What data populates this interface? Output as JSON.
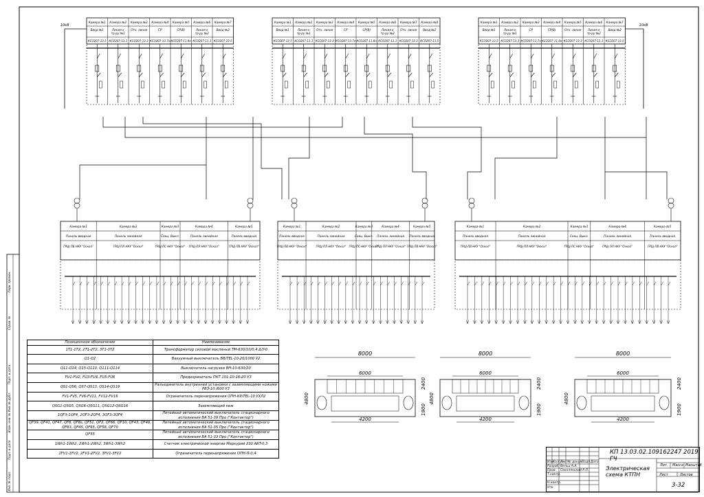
{
  "top_panels": [
    {
      "cells": [
        {
          "cam": "Камера №1",
          "fn": "Ввод №1",
          "type": "КСО207-13.5"
        },
        {
          "cam": "Камера №2",
          "fn": "Линия к тр-ру №1",
          "type": "КСО207-13.3"
        },
        {
          "cam": "Камера №3",
          "fn": "Отх. линия",
          "type": "КСО207-13.3"
        },
        {
          "cam": "Камера №4",
          "fn": "СР",
          "type": "КСО207-13.7н"
        },
        {
          "cam": "Камера №5",
          "fn": "СР(В)",
          "type": "КСО207-11.8н"
        },
        {
          "cam": "Камера №6",
          "fn": "Линия к тр-ру №2",
          "type": "КСО207-13.3"
        },
        {
          "cam": "Камера №7",
          "fn": "Ввод №2",
          "type": "КСО207-13.5"
        }
      ]
    },
    {
      "cells": [
        {
          "cam": "Камера №1",
          "fn": "Ввод №1",
          "type": "КСО207-13.5"
        },
        {
          "cam": "Камера №2",
          "fn": "Линия к тр-ру №1",
          "type": "КСО207-13.3"
        },
        {
          "cam": "Камера №3",
          "fn": "Отх. линия",
          "type": "КСО207-13.3"
        },
        {
          "cam": "Камера №4",
          "fn": "СР",
          "type": "КСО207-13.7н"
        },
        {
          "cam": "Камера №5",
          "fn": "СР(В)",
          "type": "КСО207-11.8н"
        },
        {
          "cam": "Камера №6",
          "fn": "Линия к тр-ру №2",
          "type": "КСО207-13.3"
        },
        {
          "cam": "Камера №7",
          "fn": "Отх. линия",
          "type": "КСО207-13.3"
        },
        {
          "cam": "Камера №8",
          "fn": "Ввод №2",
          "type": "КСО207-13.5"
        }
      ]
    },
    {
      "cells": [
        {
          "cam": "Камера №1",
          "fn": "Ввод №1",
          "type": "КСО207-13.5"
        },
        {
          "cam": "Камера №2",
          "fn": "Линия к тр-ру №1",
          "type": "КСО207-13.3"
        },
        {
          "cam": "Камера №3",
          "fn": "СР",
          "type": "КСО207-13.7н"
        },
        {
          "cam": "Камера №4",
          "fn": "СР(В)",
          "type": "КСО207-11.8н"
        },
        {
          "cam": "Камера №5",
          "fn": "Отх. линия",
          "type": "КСО207-13.3"
        },
        {
          "cam": "Камера №6",
          "fn": "Линия к тр-ру №2",
          "type": "КСО207-13.3"
        },
        {
          "cam": "Камера №7",
          "fn": "Ввод №2",
          "type": "КСО207-13.5"
        }
      ]
    }
  ],
  "voltage_label": "10кВ",
  "lower_groups": [
    {
      "cams": [
        "Камера №1",
        "Камера №2",
        "Камера №3",
        "Камера №4",
        "Камера №5"
      ],
      "fns": [
        "Панель вводная",
        "Панель линейная",
        "Секц. Выкл.",
        "Панель линейная",
        "Панель вводная"
      ],
      "types": [
        "ГРЩ-ПВ НКУ \"Оскол\"",
        "ГРЩ-ПЛ НКУ \"Оскол\"",
        "ГРЩ-ПС НКУ \"Оскол\"",
        "ГРЩ-ПЛ НКУ \"Оскол\"",
        "ГРЩ-ПВ НКУ \"Оскол\""
      ]
    },
    {
      "cams": [
        "Камера №1",
        "Камера №2",
        "Камера №3",
        "Камера №4",
        "Камера №5"
      ],
      "fns": [
        "Панель вводная",
        "Панель линейная",
        "Секц. Выкл.",
        "Панель линейная",
        "Панель вводная"
      ],
      "types": [
        "ГРЩ-ПВ НКУ \"Оскол\"",
        "ГРЩ-ПЛ НКУ \"Оскол\"",
        "ГРЩ-ПС НКУ \"Оскол\"",
        "ГРЩ-ПЛ НКУ \"Оскол\"",
        "ГРЩ-ПВ НКУ \"Оскол\""
      ]
    },
    {
      "cams": [
        "Камера №1",
        "Камера №2",
        "Камера №3",
        "Камера №4",
        "Камера №5"
      ],
      "fns": [
        "Панель вводная",
        "Панель линейная",
        "Секц. Выкл.",
        "Панель линейная",
        "Панель вводная"
      ],
      "types": [
        "ГРЩ-ПВ НКУ \"Оскол\"",
        "ГРЩ-ПЛ НКУ \"Оскол\"",
        "ГРЩ-ПС НКУ \"Оскол\"",
        "ГРЩ-ПЛ НКУ \"Оскол\"",
        "ГРЩ-ПВ НКУ \"Оскол\""
      ]
    }
  ],
  "legend": {
    "header": [
      "Позиционное обозначение",
      "Наименование"
    ],
    "rows": [
      [
        "1Т1-1Т2, 2Т1-2Т2, 3Т1-3Т2",
        "Трансформатор силовой масляный ТМ-630/10/0,4 Δ/Y-0"
      ],
      [
        "Q1-Q2",
        "Вакуумный выключатель BB/TEL-10-20/1000 У2"
      ],
      [
        "Q11-Q14, Q15-Q110, Q111-Q114",
        "Выключатель нагрузки ВН-10-630/20"
      ],
      [
        "FU1-FU2, FU3-FU4, FU5-FU6",
        "Предохранитель ПКТ 101-10-16-20 У3"
      ],
      [
        "QS1-QS6, QS7-QS13, QS14-QS19",
        "Разъединитель внутренней установки с заземляющими ножами РВЗ-10 /600 У3"
      ],
      [
        "FV1-FV5, FV6-FV11, FV12-FV16",
        "Ограничитель перенапряжения ОПН-КР/TEL-10 УХЛ2"
      ],
      [
        "QSG1-QSG5, QSG6-QSG11, QSG12-QSG16",
        "Заземляющий нож"
      ],
      [
        "1QF3-1QF4, 2QF3-2QF4, 3QF3-3QF4",
        "Литейный автоматический выключатель стационарного исполнения ВА 51-39 Про (\"Контактор\")"
      ],
      [
        "QF39, QF41, QF47, QF8, QF8s, QF51, QF2, QF66, QF10, QF43, QF49, QF63, QF45, QF65, QF58, QF70",
        "Литейный автоматический выключатель стационарного исполнения ВА 51-35 Про (\"Контактор\")"
      ],
      [
        "QF55",
        "Литейный автоматический выключатель стационарного исполнения ВА 51-33 Про (\"Контактор\")"
      ],
      [
        "1Wh1-1Wh2, 2Wh1-2Wh2, 3Wh1-3Wh2",
        "Счетчик электрической энергии Меркурий 230 ART-0,3"
      ],
      [
        "1FV1-1FV2, 2FV1-2FV2, 3FV1-3FV2",
        "Ограничитель перенапряжения ОПН-П-0,4"
      ]
    ]
  },
  "dims": {
    "overall": "8000",
    "inner": "6000",
    "bottom": "4200",
    "height_left": "4800",
    "height_right1": "2400",
    "height_right2": "1900"
  },
  "stamp": {
    "code": "КП 13.03.02.109162247 2019 ГЧ",
    "title": "Электрическая схема КТПН",
    "sheet": "3-32",
    "cols": [
      "Изм",
      "Кол.уч",
      "Лист",
      "№ докум.",
      "Подп.",
      "Дата"
    ],
    "rows": [
      "Разраб.",
      "Пров.",
      "Т.контр.",
      "Н.контр.",
      "Утв."
    ],
    "names": [
      "Вельц А.А.",
      "Соколянский Р.Л."
    ],
    "right_heads": [
      "Лит.",
      "Масса",
      "Масштаб"
    ],
    "sheet_heads": [
      "Лист",
      "Листов"
    ]
  },
  "side_labels": [
    "Перв. примен.",
    "Справ. №",
    "Подп. и дата",
    "Инв. № дубл.",
    "Взам. инв. №",
    "Подп. и дата",
    "Инв. № подл."
  ]
}
